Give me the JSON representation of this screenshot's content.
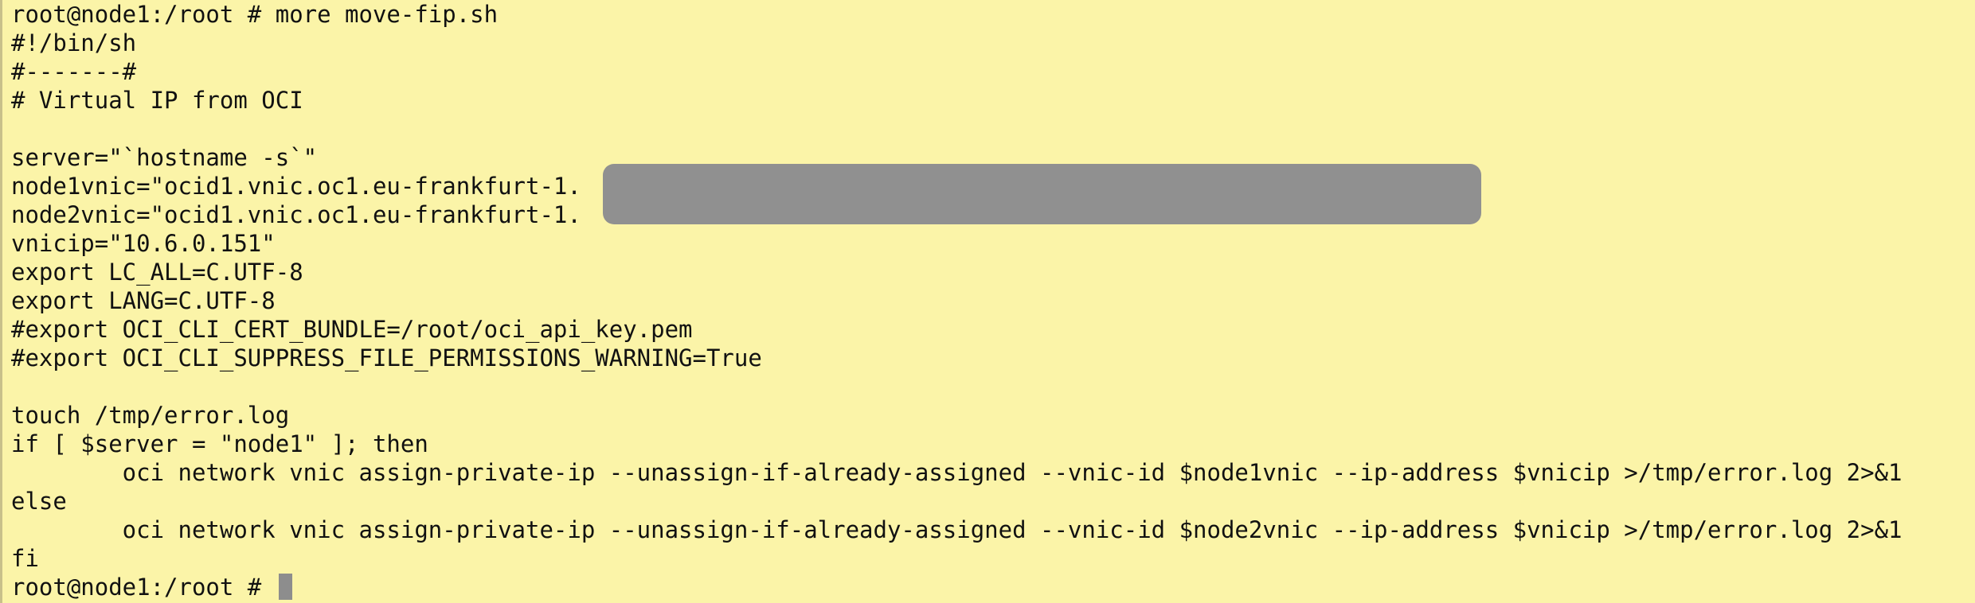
{
  "terminal": {
    "lines": [
      "root@node1:/root # more move-fip.sh",
      "#!/bin/sh",
      "#-------#",
      "# Virtual IP from OCI",
      "",
      "server=\"`hostname -s`\"",
      "node1vnic=\"ocid1.vnic.oc1.eu-frankfurt-1.",
      "node2vnic=\"ocid1.vnic.oc1.eu-frankfurt-1.",
      "vnicip=\"10.6.0.151\"",
      "export LC_ALL=C.UTF-8",
      "export LANG=C.UTF-8",
      "#export OCI_CLI_CERT_BUNDLE=/root/oci_api_key.pem",
      "#export OCI_CLI_SUPPRESS_FILE_PERMISSIONS_WARNING=True",
      "",
      "touch /tmp/error.log",
      "if [ $server = \"node1\" ]; then",
      "        oci network vnic assign-private-ip --unassign-if-already-assigned --vnic-id $node1vnic --ip-address $vnicip >/tmp/error.log 2>&1",
      "else",
      "        oci network vnic assign-private-ip --unassign-if-already-assigned --vnic-id $node2vnic --ip-address $vnicip >/tmp/error.log 2>&1",
      "fi"
    ],
    "prompt": "root@node1:/root # "
  }
}
